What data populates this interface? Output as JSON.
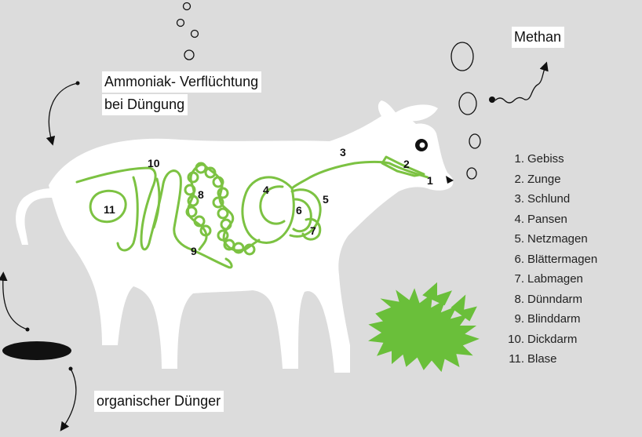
{
  "labels": {
    "methane": "Methan",
    "ammonia_line1": "Ammoniak- Verflüchtung",
    "ammonia_line2": "bei Düngung",
    "fertilizer": "organischer Dünger"
  },
  "organ_numbers": [
    "1",
    "2",
    "3",
    "4",
    "5",
    "6",
    "7",
    "8",
    "9",
    "10",
    "11"
  ],
  "legend": [
    {
      "num": "1.",
      "name": "Gebiss"
    },
    {
      "num": "2.",
      "name": "Zunge"
    },
    {
      "num": "3.",
      "name": "Schlund"
    },
    {
      "num": "4.",
      "name": "Pansen"
    },
    {
      "num": "5.",
      "name": "Netzmagen"
    },
    {
      "num": "6.",
      "name": "Blättermagen"
    },
    {
      "num": "7.",
      "name": "Labmagen"
    },
    {
      "num": "8.",
      "name": "Dünndarm"
    },
    {
      "num": "9.",
      "name": "Blinddarm"
    },
    {
      "num": "10.",
      "name": "Dickdarm"
    },
    {
      "num": "11.",
      "name": "Blase"
    }
  ],
  "colors": {
    "background": "#dcdcdc",
    "cow_body": "#ffffff",
    "organ_outline": "#7cc242",
    "grass": "#6abf3a",
    "manure": "#111111"
  },
  "icons": [
    "methane-bubble",
    "ammonia-bubble",
    "curved-arrow",
    "grass-clump",
    "manure-puddle"
  ]
}
